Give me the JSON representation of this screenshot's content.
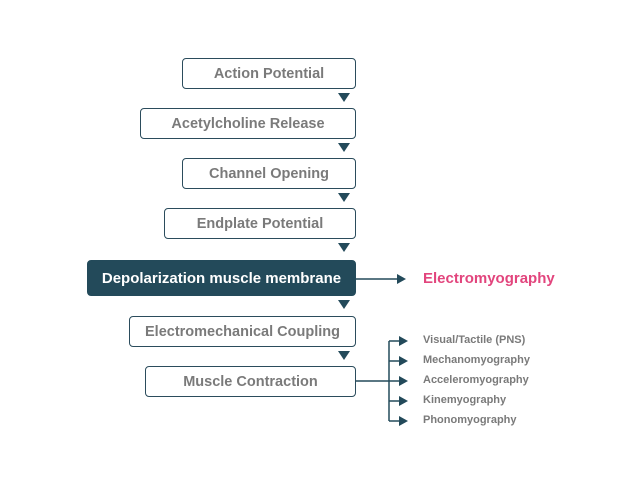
{
  "diagram": {
    "steps": [
      {
        "label": "Action Potential"
      },
      {
        "label": "Acetylcholine Release"
      },
      {
        "label": "Channel Opening"
      },
      {
        "label": "Endplate Potential"
      },
      {
        "label": "Depolarization muscle membrane"
      },
      {
        "label": "Electromechanical Coupling"
      },
      {
        "label": "Muscle Contraction"
      }
    ],
    "emg_label": "Electromyography",
    "outputs": [
      {
        "label": "Visual/Tactile (PNS)"
      },
      {
        "label": "Mechanomyography"
      },
      {
        "label": "Acceleromyography"
      },
      {
        "label": "Kinemyography"
      },
      {
        "label": "Phonomyography"
      }
    ],
    "colors": {
      "dark": "#234a5a",
      "accent": "#e2457d",
      "text": "#7a7a7a"
    }
  }
}
